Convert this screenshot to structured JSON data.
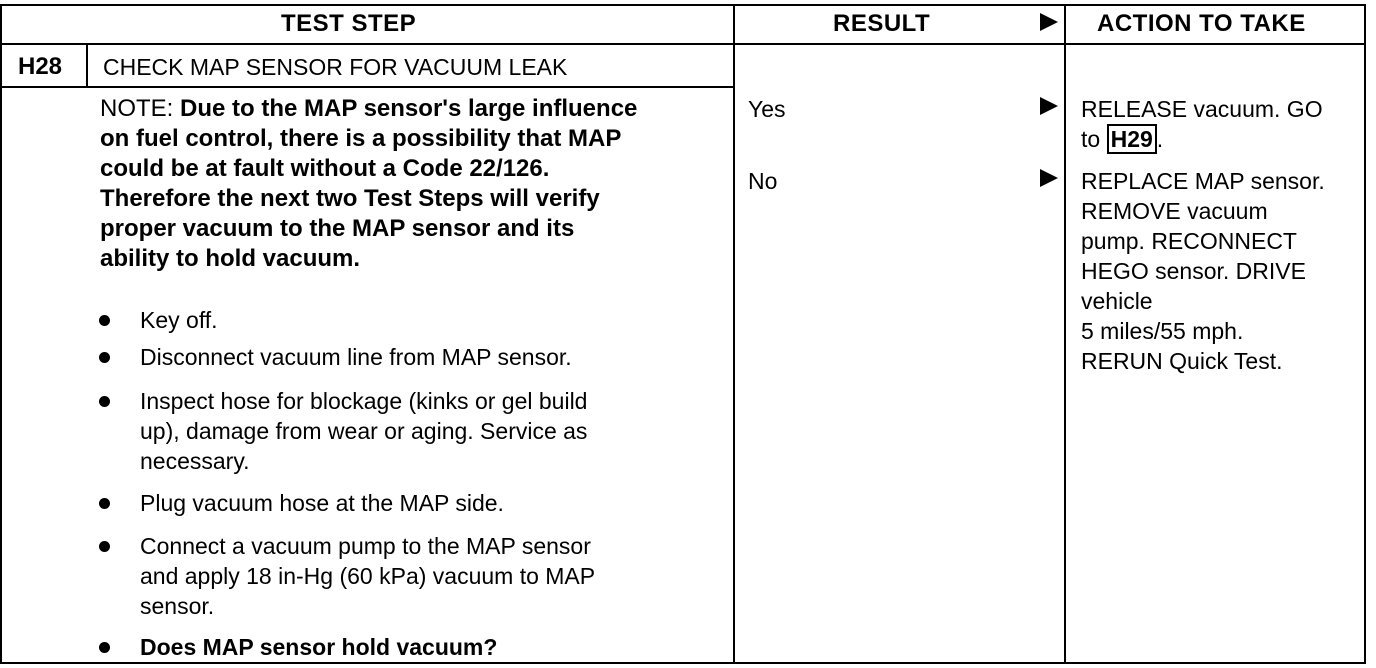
{
  "header": {
    "test_step": "TEST STEP",
    "result": "RESULT",
    "action": "ACTION TO TAKE"
  },
  "step": {
    "id": "H28",
    "title": "CHECK MAP SENSOR FOR VACUUM LEAK"
  },
  "note": {
    "label": "NOTE:",
    "lines": [
      "Due to the MAP sensor's large influence",
      "on fuel control, there is a possibility that MAP",
      "could be at fault without a Code 22/126.",
      "Therefore the next two Test Steps will verify",
      "proper vacuum to the MAP sensor and its",
      "ability to hold vacuum."
    ]
  },
  "bullets": [
    [
      "Key off."
    ],
    [
      "Disconnect vacuum line from MAP sensor."
    ],
    [
      "Inspect hose for blockage (kinks or gel build",
      "up), damage from wear or aging. Service as",
      "necessary."
    ],
    [
      "Plug vacuum hose at the MAP side."
    ],
    [
      "Connect a vacuum pump to the MAP sensor",
      "and apply 18 in-Hg (60 kPa) vacuum to MAP",
      "sensor."
    ],
    [
      "Does MAP sensor hold vacuum?"
    ]
  ],
  "results": {
    "yes": "Yes",
    "no": "No"
  },
  "actions": {
    "yes_line1": "RELEASE vacuum. GO",
    "yes_prefix": "to",
    "yes_ref": "H29",
    "yes_suffix": ".",
    "no_lines": [
      "REPLACE MAP sensor.",
      "REMOVE vacuum",
      "pump. RECONNECT",
      "HEGO sensor. DRIVE",
      "vehicle",
      "5 miles/55 mph.",
      "RERUN Quick Test."
    ]
  }
}
